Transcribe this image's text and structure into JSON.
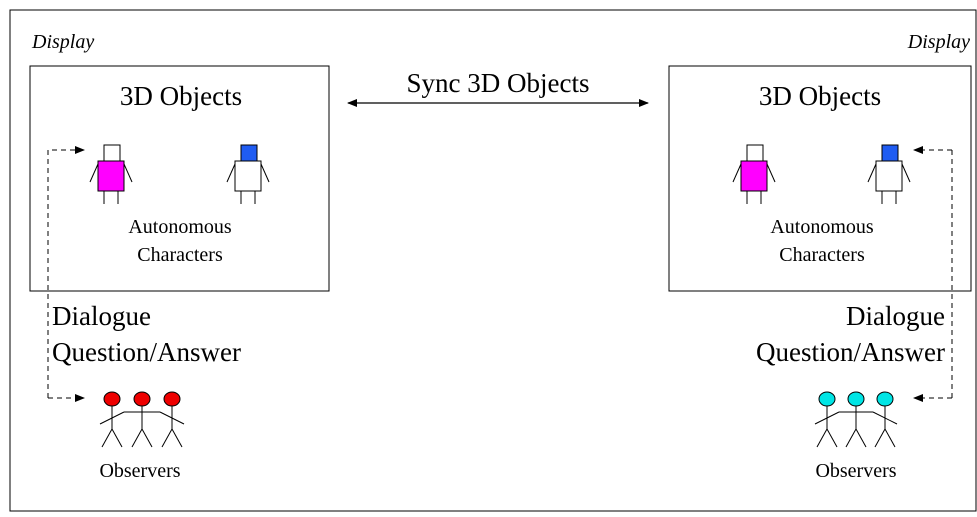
{
  "labels": {
    "display_left": "Display",
    "display_right": "Display",
    "sync": "Sync 3D Objects",
    "objects_left": "3D Objects",
    "objects_right": "3D Objects",
    "characters_left_line1": "Autonomous",
    "characters_left_line2": "Characters",
    "characters_right_line1": "Autonomous",
    "characters_right_line2": "Characters",
    "dialogue_left_line1": "Dialogue",
    "dialogue_left_line2": "Question/Answer",
    "dialogue_right_line1": "Dialogue",
    "dialogue_right_line2": "Question/Answer",
    "observers_left": "Observers",
    "observers_right": "Observers"
  },
  "colors": {
    "character_magenta": "#ff00ff",
    "character_blue": "#1f5cf2",
    "observer_left": "#ee0000",
    "observer_right": "#00e5e5",
    "line": "#000000"
  }
}
